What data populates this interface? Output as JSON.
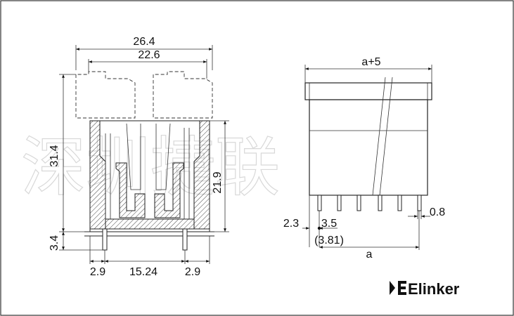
{
  "brand": {
    "name": "Elinker",
    "watermark": "深圳捷联"
  },
  "left_view": {
    "dims": {
      "overall_width": "26.4",
      "inner_width": "22.6",
      "height": "31.4",
      "pin_length": "3.4",
      "body_height": "21.9",
      "left_margin": "2.9",
      "pitch_span": "15.24",
      "right_margin": "2.9"
    }
  },
  "right_view": {
    "dims": {
      "length_total": "a+5",
      "edge_offset": "2.3",
      "pitch": "3.5",
      "pitch_alt": "(3.81)",
      "pin_width": "0.8",
      "length": "a"
    }
  }
}
